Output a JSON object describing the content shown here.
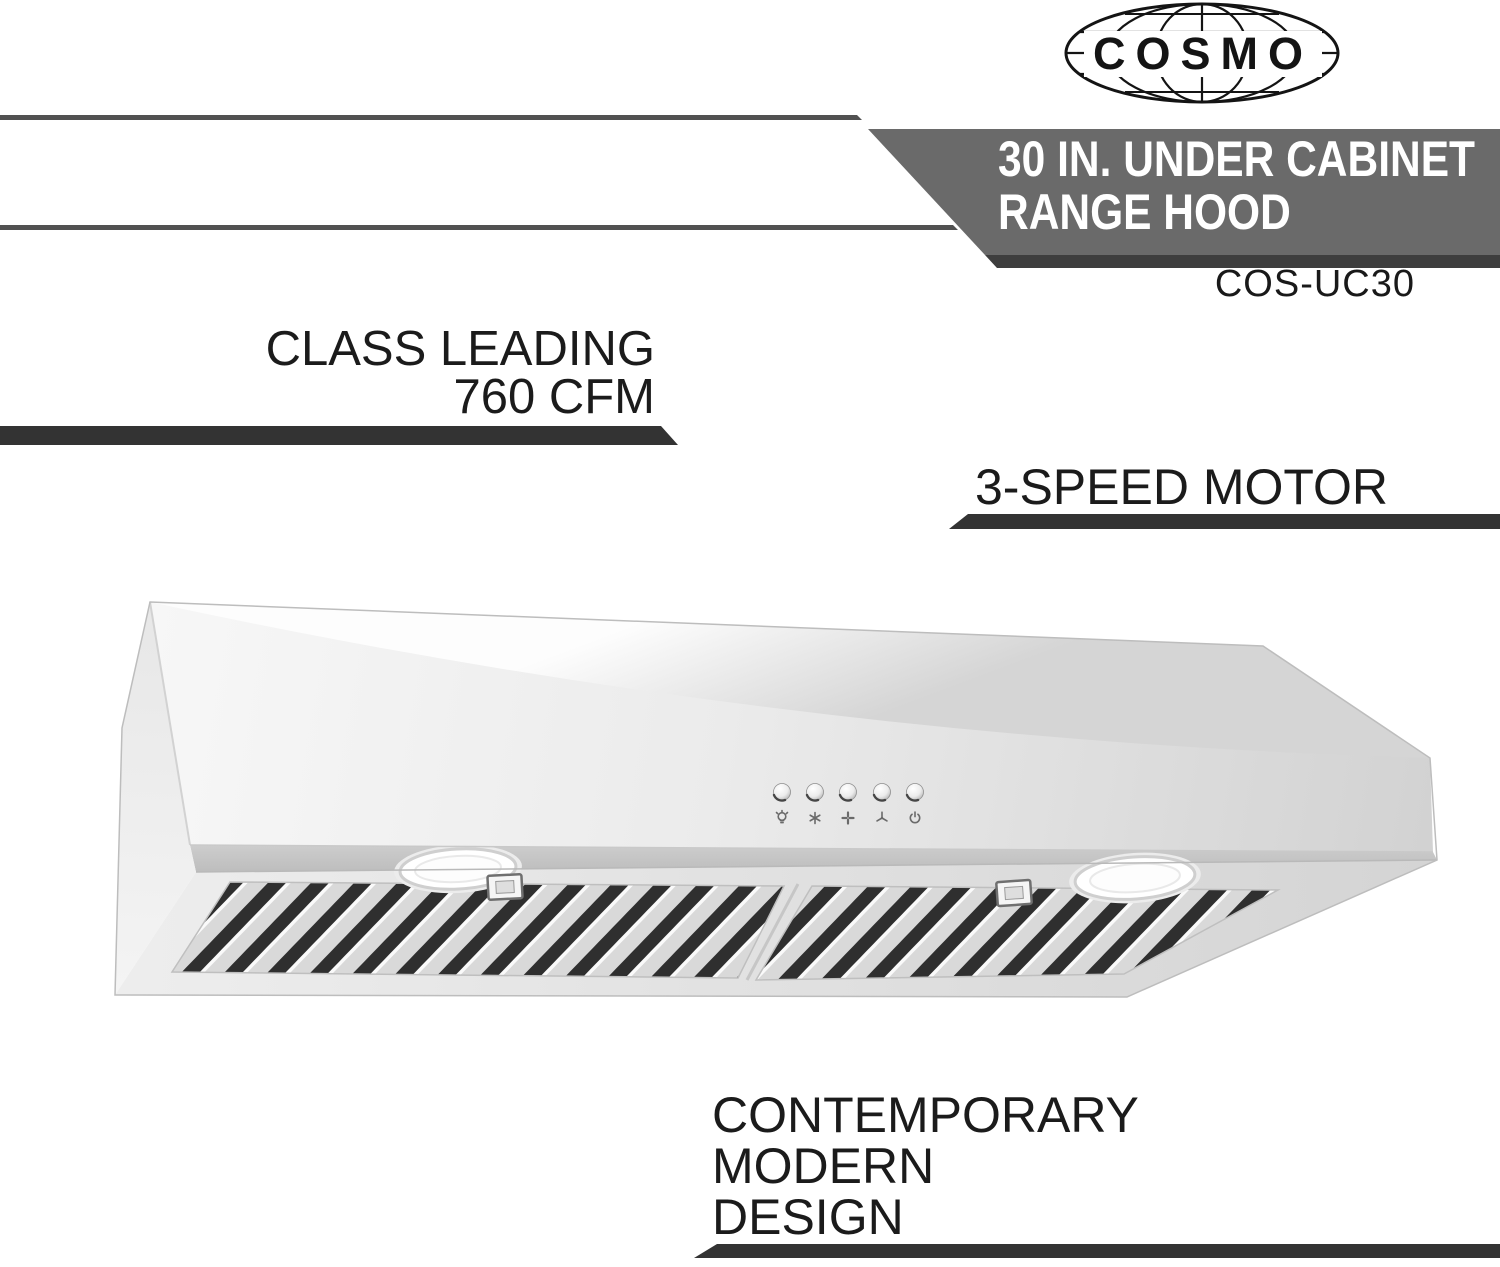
{
  "brand": {
    "wordmark": "COSMO"
  },
  "banner": {
    "title_line1": "30 IN. UNDER CABINET",
    "title_line2": "RANGE HOOD",
    "bg_color": "#6a6a6a",
    "shadow_color": "#3e3e3e",
    "text_color": "#ffffff"
  },
  "model": {
    "number": "COS-UC30"
  },
  "features": {
    "cfm": {
      "line1": "CLASS LEADING",
      "line2": "760 CFM"
    },
    "motor": {
      "line1": "3-SPEED MOTOR"
    },
    "design": {
      "line1": "CONTEMPORARY",
      "line2": "MODERN",
      "line3": "DESIGN"
    }
  },
  "colors": {
    "accent_bar": "#333333",
    "rule_line": "#515151",
    "feature_text": "#1b1b1b",
    "steel_light": "#f5f5f5",
    "steel_dark": "#cfcfcf",
    "filter_slot": "#2f2f2f"
  },
  "product": {
    "description": "stainless steel under-cabinet range hood",
    "controls": {
      "buttons": [
        {
          "icon": "light-icon"
        },
        {
          "icon": "fan-high-icon"
        },
        {
          "icon": "fan-medium-icon"
        },
        {
          "icon": "fan-low-icon"
        },
        {
          "icon": "power-icon"
        }
      ]
    },
    "lights_count": 2,
    "filter_panels": 2
  }
}
